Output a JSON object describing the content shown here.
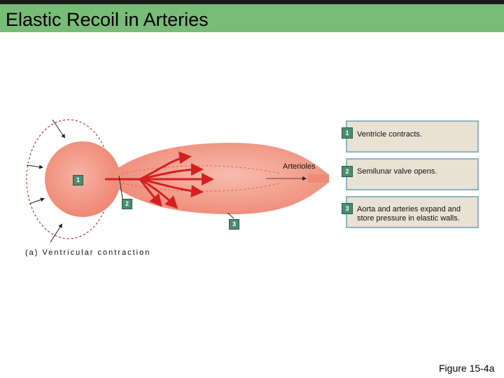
{
  "title": "Elastic Recoil in Arteries",
  "steps": [
    {
      "number": "1",
      "text": "Ventricle contracts."
    },
    {
      "number": "2",
      "text": "Semilunar valve opens."
    },
    {
      "number": "3",
      "text": "Aorta and arteries expand and store pressure in elastic walls."
    }
  ],
  "diagram": {
    "arterioles_label": "Arterioles",
    "markers": [
      "1",
      "2",
      "3"
    ],
    "caption": "(a) Ventricular contraction"
  },
  "figure_label": "Figure 15-4a",
  "colors": {
    "title_bar": "#78bc78",
    "vessel_fill": "#f2917e",
    "blood_arrows": "#d42020",
    "step_box": "#e8e2d4",
    "step_border": "#8fb3c4",
    "badge": "#4b8c6e"
  }
}
